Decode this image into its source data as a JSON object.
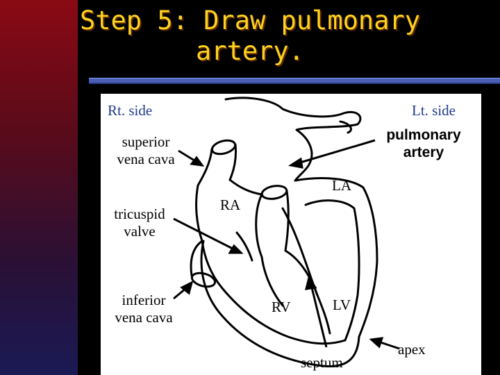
{
  "slide": {
    "title_line1": "Step 5: Draw pulmonary",
    "title_line2": "artery."
  },
  "diagram": {
    "left_heading": "Rt. side",
    "right_heading": "Lt. side",
    "labels": {
      "superior_line1": "superior",
      "superior_line2": "vena cava",
      "tricuspid_line1": "tricuspid",
      "tricuspid_line2": "valve",
      "inferior_line1": "inferior",
      "inferior_line2": "vena cava",
      "pulmonary_line1": "pulmonary",
      "pulmonary_line2": "artery",
      "la": "LA",
      "ra": "RA",
      "rv": "RV",
      "lv": "LV",
      "septum": "septum",
      "apex": "apex"
    }
  },
  "colors": {
    "title": "#ffd21f",
    "heading_blue": "#1f3a8a",
    "rule": "#4a5fb5"
  }
}
